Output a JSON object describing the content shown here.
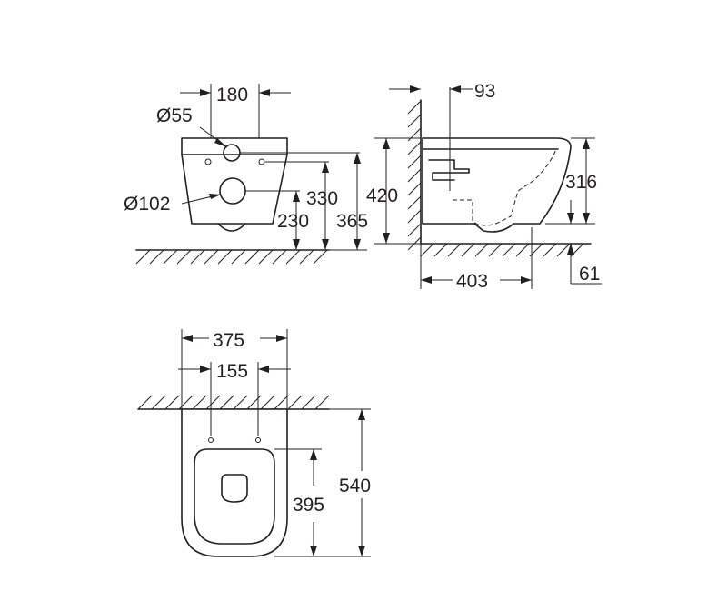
{
  "dimensions": {
    "side_width": "180",
    "inlet_diameter": "Ø55",
    "outlet_diameter": "Ø102",
    "outlet_height": "230",
    "inlet_height": "330",
    "rim_height": "365",
    "frame_height": "420",
    "depth_offset": "93",
    "bowl_height": "316",
    "projection": "403",
    "floor_offset": "61",
    "total_width": "375",
    "fixing_distance": "155",
    "seat_length": "395",
    "total_length": "540"
  }
}
